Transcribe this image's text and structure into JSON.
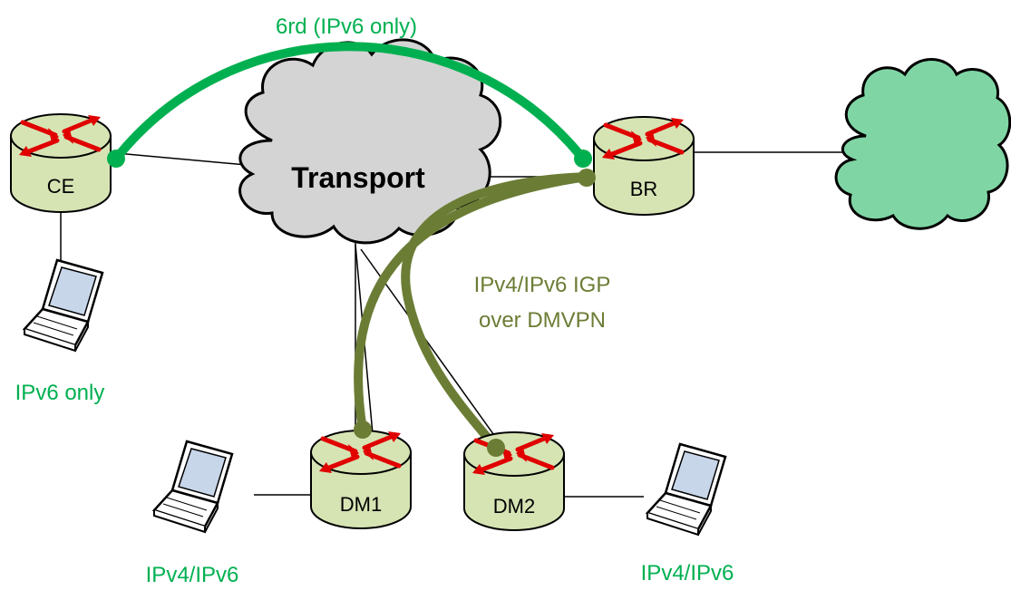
{
  "title": "6rd (IPv6 only)",
  "cloud": {
    "label": "Transport"
  },
  "routers": [
    {
      "id": "ce",
      "label": "CE"
    },
    {
      "id": "br",
      "label": "BR"
    },
    {
      "id": "dm1",
      "label": "DM1"
    },
    {
      "id": "dm2",
      "label": "DM2"
    }
  ],
  "annotations": {
    "igp_line1": "IPv4/IPv6 IGP",
    "igp_line2": "over DMVPN",
    "ce_laptop": "IPv6 only",
    "dm1_laptop": "IPv4/IPv6",
    "dm2_laptop": "IPv4/IPv6"
  },
  "colors": {
    "tunnel_6rd": "#00b050",
    "tunnel_dmvpn": "#6b7d35",
    "router_fill": "#d6e4b4",
    "transport_cloud": "#d4d4d4",
    "internet_cloud": "#7fd6a4",
    "arrow": "#e00000"
  }
}
